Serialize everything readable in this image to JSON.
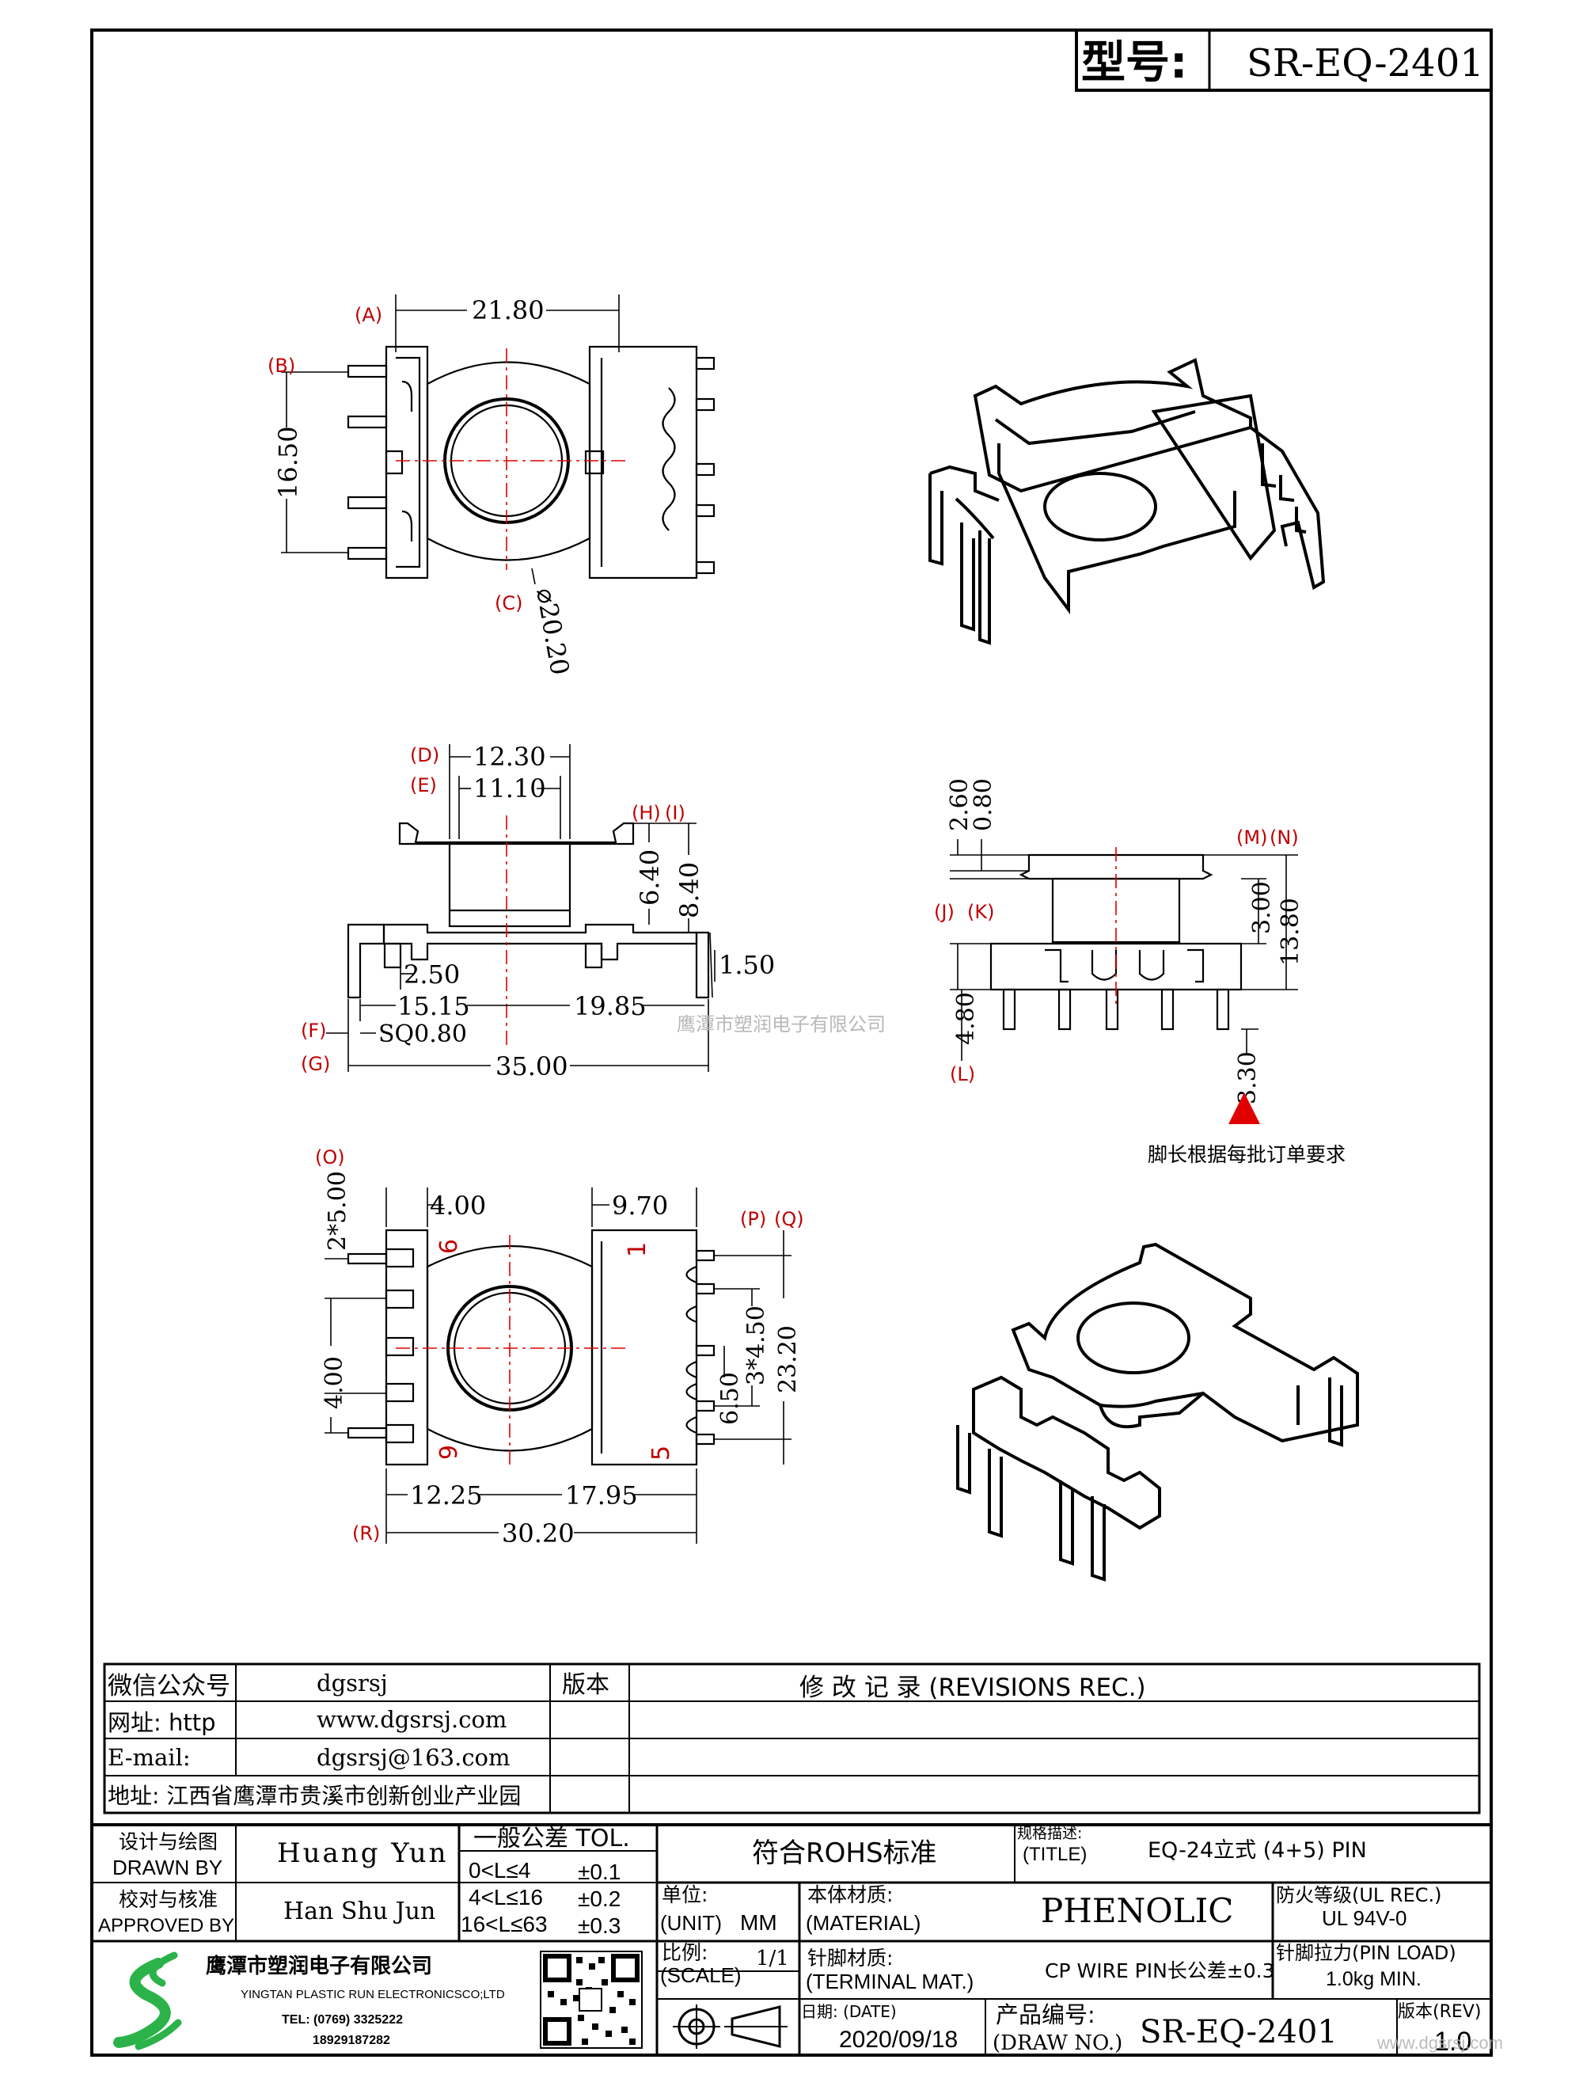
{
  "header": {
    "model_label": "型号:",
    "model_value": "SR-EQ-2401"
  },
  "views": {
    "top": {
      "A": "(A)",
      "B": "(B)",
      "C": "(C)",
      "width": "21.80",
      "height": "16.50",
      "diameter": "⌀20.20"
    },
    "front": {
      "D": "(D)",
      "E": "(E)",
      "F": "(F)",
      "G": "(G)",
      "H": "(H)",
      "I": "(I)",
      "d_12_30": "12.30",
      "d_11_10": "11.10",
      "d_6_40": "6.40",
      "d_8_40": "8.40",
      "d_2_50": "2.50",
      "d_1_50": "1.50",
      "d_15_15": "15.15",
      "d_19_85": "19.85",
      "sq": "SQ0.80",
      "d_35_00": "35.00"
    },
    "side": {
      "J": "(J)",
      "K": "(K)",
      "L": "(L)",
      "M": "(M)",
      "N": "(N)",
      "d_2_60": "2.60",
      "d_0_80": "0.80",
      "d_3_00": "3.00",
      "d_13_80": "13.80",
      "d_4_80": "4.80",
      "d_3_30": "3.30",
      "note": "脚长根据每批订单要求"
    },
    "bottom": {
      "O": "(O)",
      "P": "(P)",
      "Q": "(Q)",
      "R": "(R)",
      "d_2x5": "2*5.00",
      "d_4_00a": "4.00",
      "d_9_70": "9.70",
      "d_4_00b": "4.00",
      "d_6_50": "6.50",
      "d_3x4_50": "3*4.50",
      "d_23_20": "23.20",
      "d_12_25": "12.25",
      "d_17_95": "17.95",
      "d_30_20": "30.20",
      "pin9": "9",
      "pin6": "6",
      "pin1": "1",
      "pin5": "5"
    }
  },
  "watermark": "鹰潭市塑润电子有限公司",
  "info_table": {
    "rows": [
      {
        "label": "微信公众号",
        "value": "dgsrsj"
      },
      {
        "label": "网址: http",
        "value": "www.dgsrsj.com"
      },
      {
        "label": "E-mail:",
        "value": "dgsrsj@163.com"
      },
      {
        "label": "地址: 江西省鹰潭市贵溪市创新创业产业园",
        "value": ""
      }
    ],
    "version_header": "版本",
    "revisions_header": "修 改 记 录  (REVISIONS REC.)"
  },
  "title_block": {
    "designer_label_cn": "设计与绘图",
    "designer_label_en": "DRAWN BY",
    "designer": "Huang Yun",
    "approver_label_cn": "校对与核准",
    "approver_label_en": "APPROVED BY",
    "approver": "Han Shu Jun",
    "tol_title": "一般公差 TOL.",
    "tol_rows": [
      {
        "range": "0<L≤4",
        "tol": "±0.1"
      },
      {
        "range": "4<L≤16",
        "tol": "±0.2"
      },
      {
        "range": "16<L≤63",
        "tol": "±0.3"
      }
    ],
    "rohs": "符合ROHS标准",
    "spec_label_cn": "规格描述:",
    "spec_label_en": "(TITLE)",
    "spec_value": "EQ-24立式 (4+5) PIN",
    "unit_label_cn": "单位:",
    "unit_label_en": "(UNIT)",
    "unit_value": "MM",
    "material_label_cn": "本体材质:",
    "material_label_en": "(MATERIAL)",
    "material_value": "PHENOLIC",
    "fire_label": "防火等级(UL REC.)",
    "fire_value": "UL 94V-0",
    "company_cn": "鹰潭市塑润电子有限公司",
    "company_en": "YINGTAN PLASTIC RUN ELECTRONICSCO;LTD",
    "company_tel": "TEL: (0769) 3325222",
    "company_mobile": "18929187282",
    "scale_label_cn": "比例:",
    "scale_label_en": "(SCALE)",
    "scale_value": "1/1",
    "terminal_label_cn": "针脚材质:",
    "terminal_label_en": "(TERMINAL MAT.)",
    "terminal_value": "CP WIRE  PIN长公差±0.3",
    "pinload_label": "针脚拉力(PIN LOAD)",
    "pinload_value": "1.0kg MIN.",
    "date_label": "日期: (DATE)",
    "date_value": "2020/09/18",
    "drawno_label_cn": "产品编号:",
    "drawno_label_en": "(DRAW NO.)",
    "drawno_value": "SR-EQ-2401",
    "rev_label": "版本(REV)",
    "rev_value": "1.0",
    "site_mark": "www.dgsrsj.com"
  }
}
